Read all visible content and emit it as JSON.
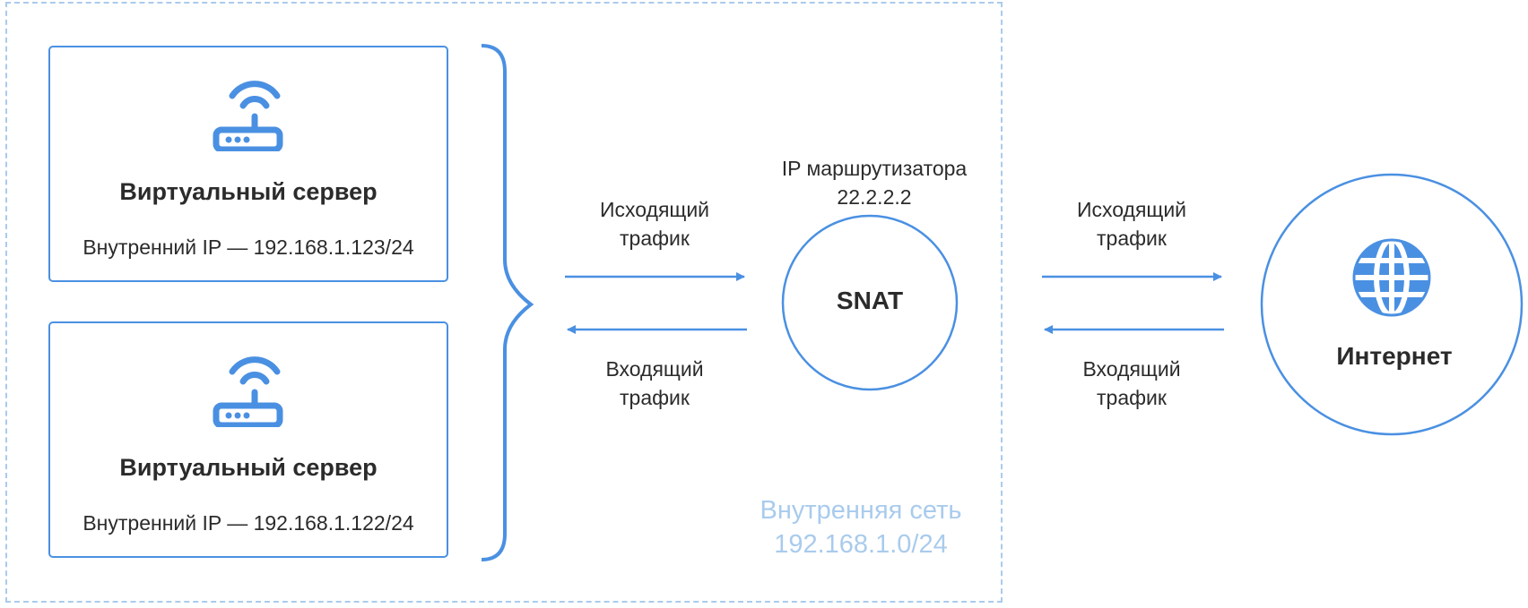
{
  "servers": [
    {
      "title": "Виртуальный сервер",
      "ip": "Внутренний IP — 192.168.1.123/24"
    },
    {
      "title": "Виртуальный сервер",
      "ip": "Внутренний IP — 192.168.1.122/24"
    }
  ],
  "router": {
    "label_line1": "IP маршрутизатора",
    "label_line2": "22.2.2.2",
    "node": "SNAT"
  },
  "internet": {
    "label": "Интернет"
  },
  "flows": {
    "outgoing_line1": "Исходящий",
    "incoming_line1": "Входящий",
    "traffic": "трафик"
  },
  "network": {
    "label_line1": "Внутренняя сеть",
    "label_line2": "192.168.1.0/24"
  },
  "colors": {
    "accent": "#4a90e2",
    "frame": "#a9cbed",
    "text": "#2b2b2b"
  }
}
